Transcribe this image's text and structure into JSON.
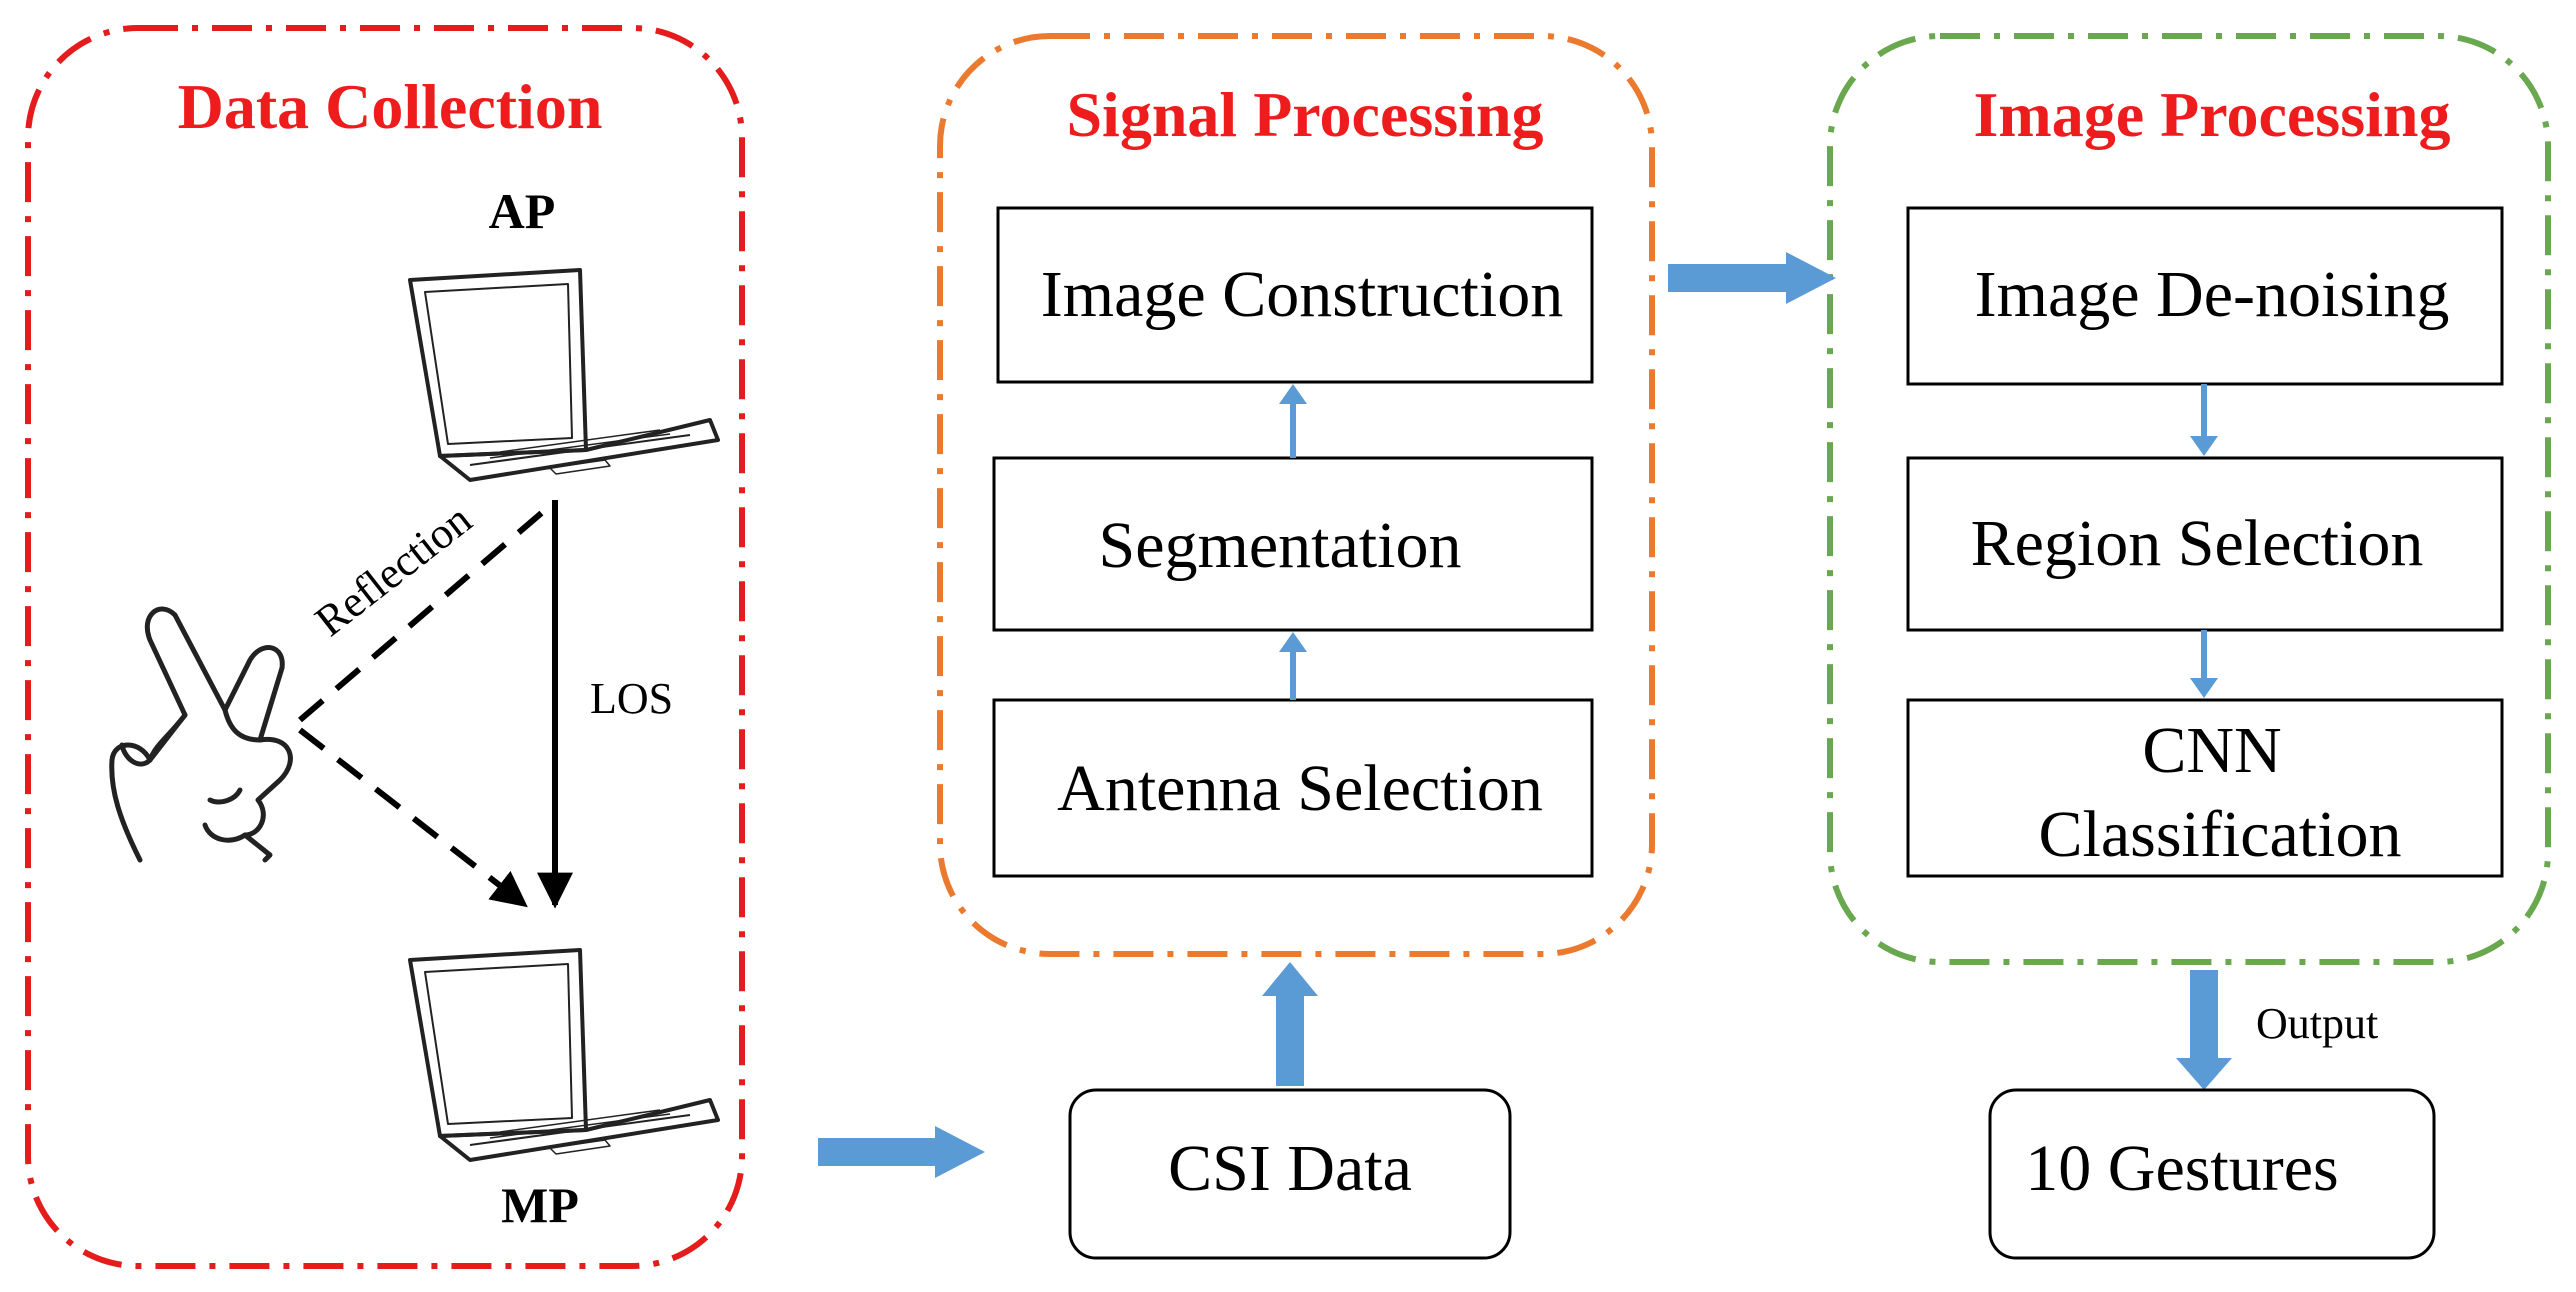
{
  "sections": {
    "data_collection": {
      "title": "Data Collection",
      "frame_color": "#e41c1c"
    },
    "signal_processing": {
      "title": "Signal Processing",
      "frame_color": "#ec7a2e"
    },
    "image_processing": {
      "title": "Image Processing",
      "frame_color": "#6aa84f"
    }
  },
  "data_collection": {
    "ap_label": "AP",
    "mp_label": "MP",
    "reflection_label": "Reflection",
    "los_label": "LOS"
  },
  "signal_processing": {
    "steps": [
      "Antenna Selection",
      "Segmentation",
      "Image Construction"
    ]
  },
  "image_processing": {
    "steps": [
      "Image De-noising",
      "Region Selection"
    ],
    "cnn_line1": "CNN",
    "cnn_line2": "Classification"
  },
  "csi_data": "CSI Data",
  "output_label": "Output",
  "result": "10 Gestures",
  "colors": {
    "arrow": "#5b9bd5",
    "title": "#ee1c1c"
  },
  "icons": [
    "laptop-icon",
    "victory-hand-icon"
  ]
}
